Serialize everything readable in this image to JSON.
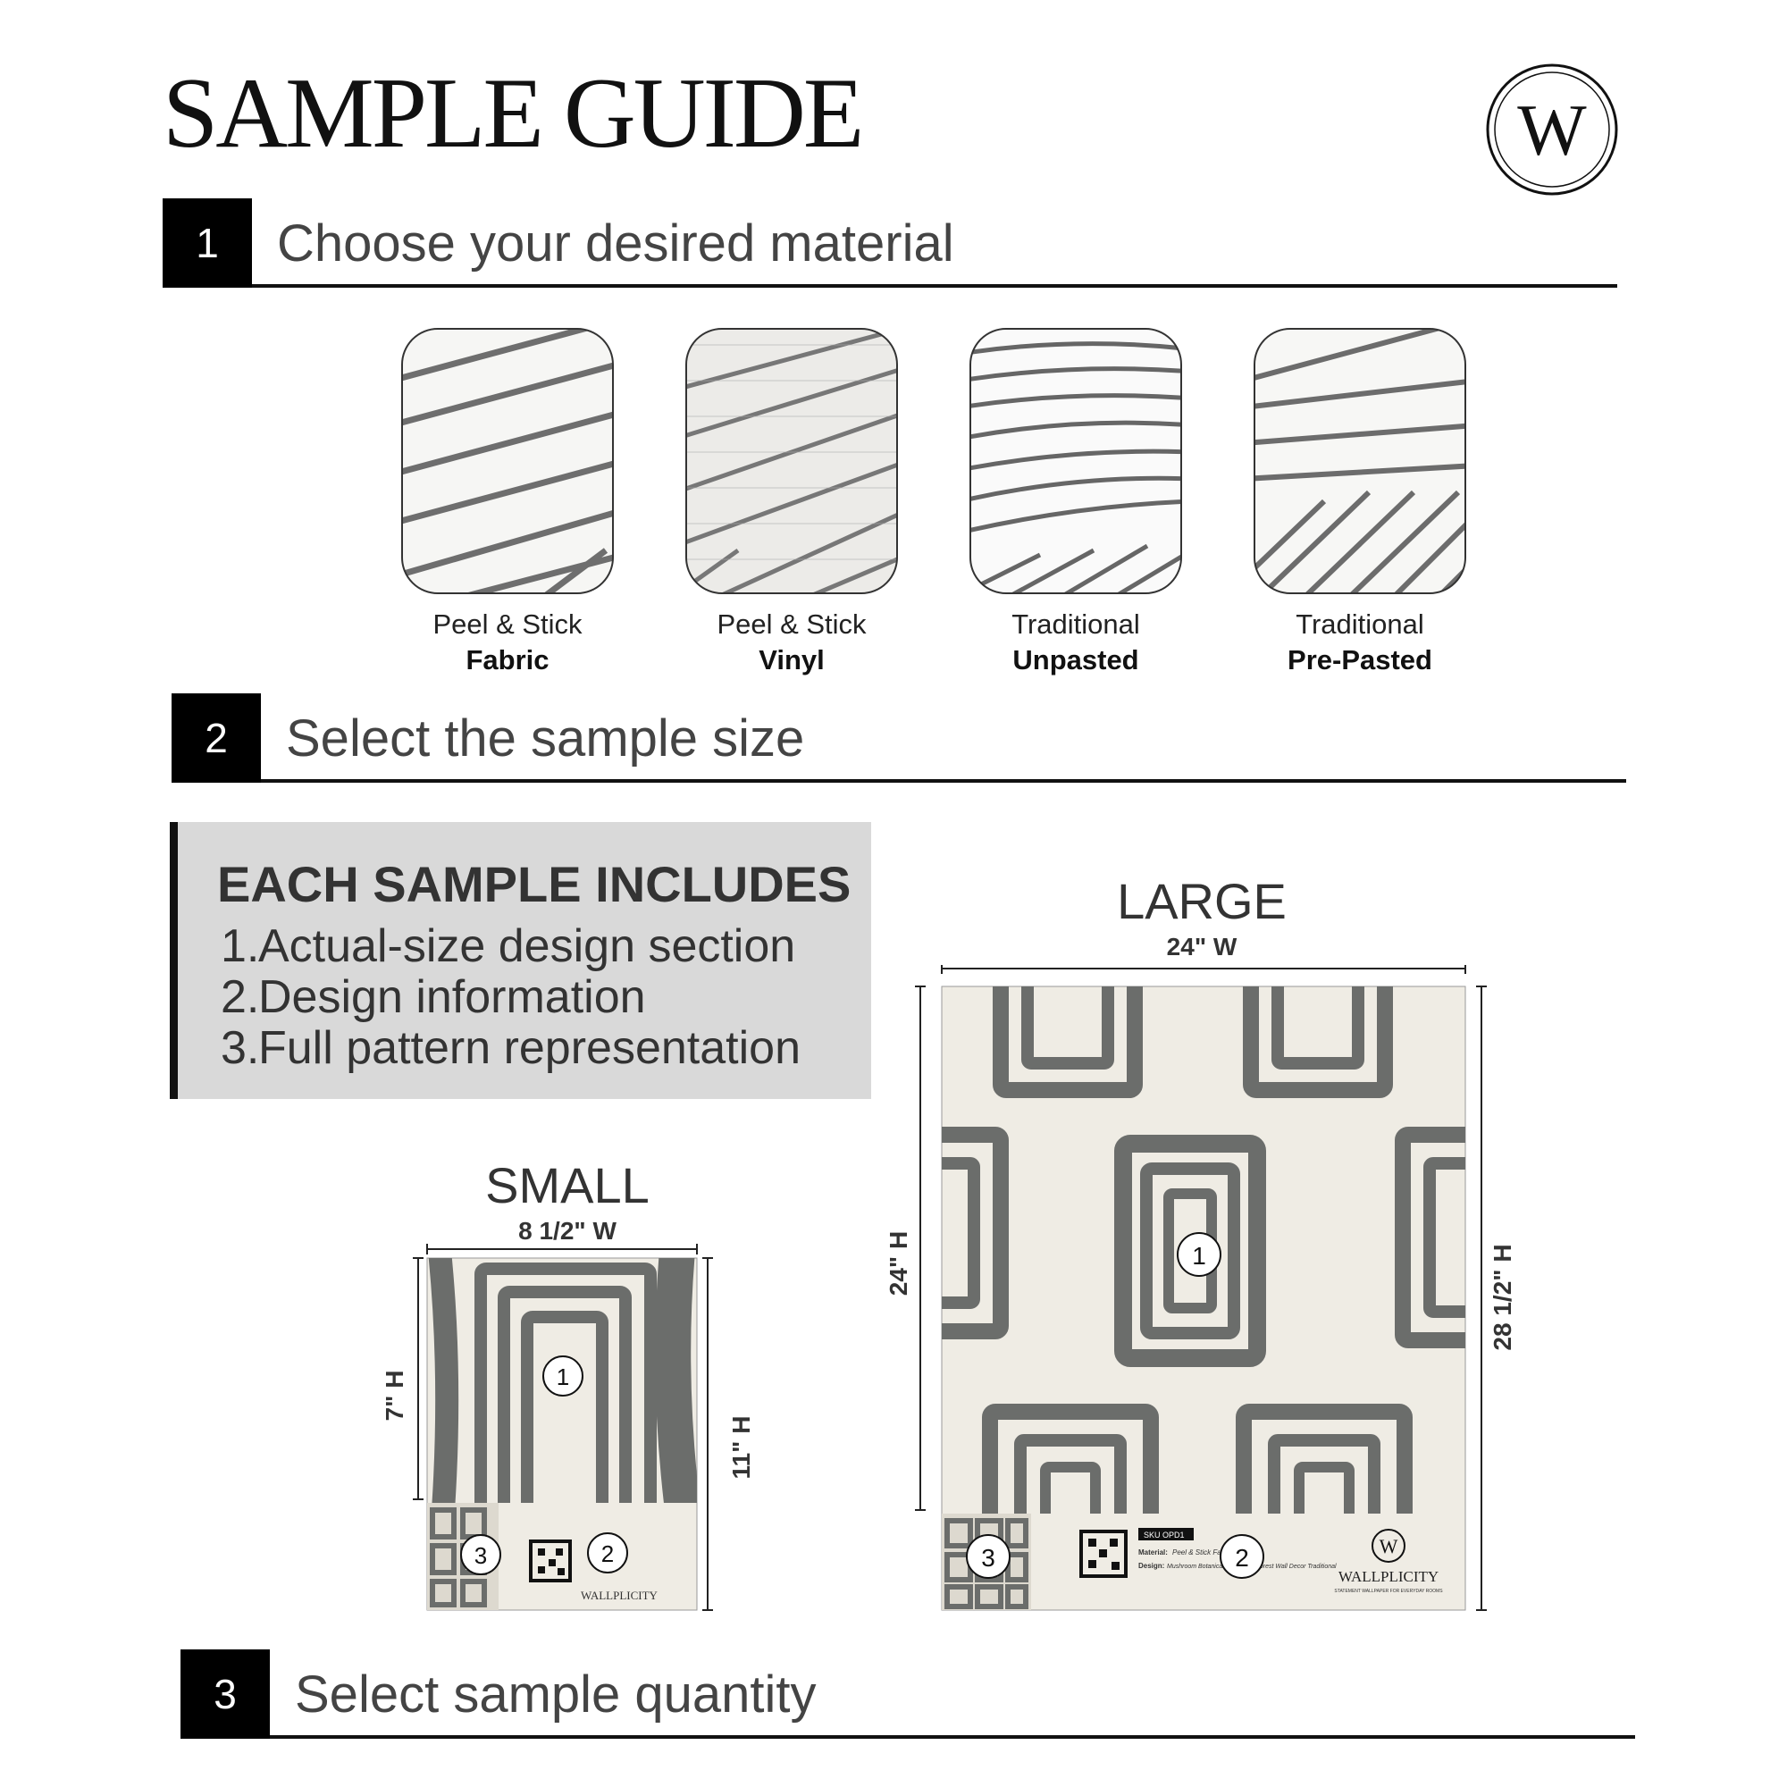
{
  "page": {
    "title": "SAMPLE GUIDE",
    "logo_letter": "W"
  },
  "steps": [
    {
      "number": "1",
      "title": "Choose your desired material"
    },
    {
      "number": "2",
      "title": "Select the sample size"
    },
    {
      "number": "3",
      "title": "Select sample quantity"
    }
  ],
  "materials": [
    {
      "line1": "Peel & Stick",
      "line2": "Fabric"
    },
    {
      "line1": "Peel & Stick",
      "line2": "Vinyl"
    },
    {
      "line1": "Traditional",
      "line2": "Unpasted"
    },
    {
      "line1": "Traditional",
      "line2": "Pre-Pasted"
    }
  ],
  "includes": {
    "title": "EACH SAMPLE INCLUDES",
    "items": [
      {
        "num": "1.",
        "text": "Actual-size design section"
      },
      {
        "num": "2.",
        "text": "Design information"
      },
      {
        "num": "3.",
        "text": "Full pattern representation"
      }
    ]
  },
  "small": {
    "title": "SMALL",
    "width_label": "8 1/2\" W",
    "design_height_label": "7\" H",
    "total_height_label": "11\" H",
    "marker_1": "1",
    "marker_2": "2",
    "marker_3": "3",
    "brand": "WALLPLICITY"
  },
  "large": {
    "title": "LARGE",
    "width_label": "24\" W",
    "design_height_label": "24\" H",
    "total_height_label": "28 1/2\" H",
    "marker_1": "1",
    "marker_2": "2",
    "marker_3": "3",
    "sku_label": "SKU OPD1",
    "material_label": "Material:",
    "material_value": "Peel & Stick Fabric",
    "design_label": "Design:",
    "design_value": "Mushroom Botanical Whimsical Forest Wall Decor Traditional",
    "brand": "WALLPLICITY",
    "tagline": "STATEMENT WALLPAPER FOR EVERYDAY ROOMS",
    "logo_letter": "W"
  },
  "colors": {
    "pattern_dark": "#6b6d6b",
    "pattern_light": "#efece4",
    "box_gray": "#d9d9d9",
    "ink": "#111111"
  }
}
